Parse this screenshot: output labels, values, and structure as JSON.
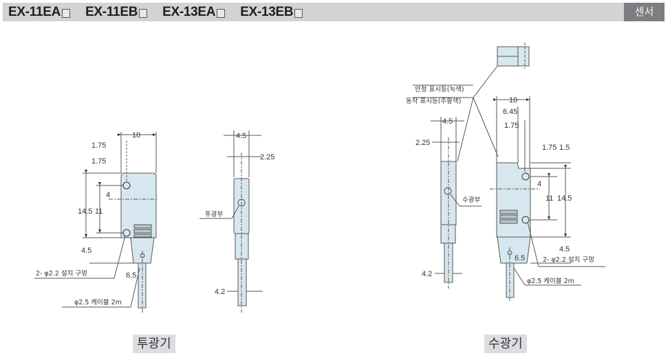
{
  "header": {
    "models": [
      "EX-11EA",
      "EX-11EB",
      "EX-13EA",
      "EX-13EB"
    ],
    "model_suffix_icon": "empty-box",
    "badge": "센서",
    "bar_color": "#d2d3d5",
    "badge_color": "#7d7e81"
  },
  "emitter": {
    "caption": "투광기",
    "front": {
      "width": "10",
      "hole_offset_x": "1.75",
      "hole_offset_y": "1.75",
      "hole_to_center": "4",
      "body_height": "14.5",
      "hole_pitch": "11",
      "bottom_offset": "4.5",
      "cable_offset": "6.5",
      "mount_holes": "2- φ2.2 설치 구멍",
      "cable": "φ2.5 케이블 2m"
    },
    "side": {
      "thickness": "4.5",
      "center_offset": "2.25",
      "lens_label": "투광부",
      "cable_section": "4.2"
    }
  },
  "receiver": {
    "caption": "수광기",
    "indicator_stable": "안정 표시등(녹색)",
    "indicator_operation": "동작 표시등(주황색)",
    "side": {
      "thickness": "4.5",
      "center_offset": "2.25",
      "lens_label": "수광부",
      "cable_section": "4.2"
    },
    "front": {
      "width": "10",
      "indicator_x": "6.45",
      "hole_offset_x": "1.75",
      "hole_offset_y": "1.75",
      "top_step": "1.5",
      "hole_to_center": "4",
      "hole_pitch": "11",
      "body_height": "14.5",
      "bottom_offset": "4.5",
      "cable_offset": "6.5",
      "mount_holes": "2- φ2.2 설치 구멍",
      "cable": "φ2.5 케이블 2m"
    }
  },
  "colors": {
    "body_fill": "#d7e7ef",
    "line": "#555555"
  }
}
